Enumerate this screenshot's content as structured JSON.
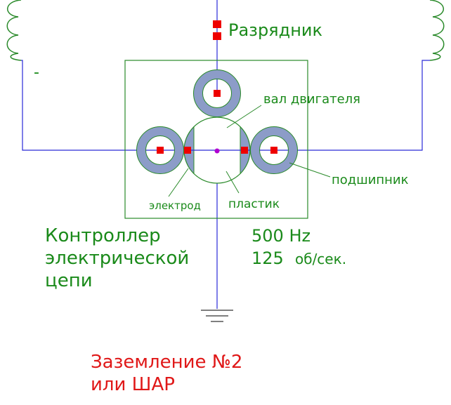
{
  "labels": {
    "spark_gap": "Разрядник",
    "minus": "-",
    "motor_shaft": "вал двигателя",
    "bearing": "подшипник",
    "electrode": "электрод",
    "plastic": "пластик",
    "controller_line1": "Контроллер",
    "controller_line2": "электрической",
    "controller_line3": "цепи",
    "frequency": "500 Hz",
    "speed_value": "125",
    "speed_unit": "об/сек.",
    "ground_line1": "Заземление №2",
    "ground_line2": "или ШАР"
  },
  "colors": {
    "wire": "#2a2ad8",
    "outline": "#2a8a2a",
    "ring_fill": "#8c9cc8",
    "contact": "#ee0000",
    "center_dot": "#b000d0",
    "ground_symbol": "#555555",
    "text_green": "#1a8a1a",
    "text_red": "#e01818"
  },
  "icons": {
    "coil": "inductor-coil-icon",
    "ground": "ground-symbol-icon"
  }
}
